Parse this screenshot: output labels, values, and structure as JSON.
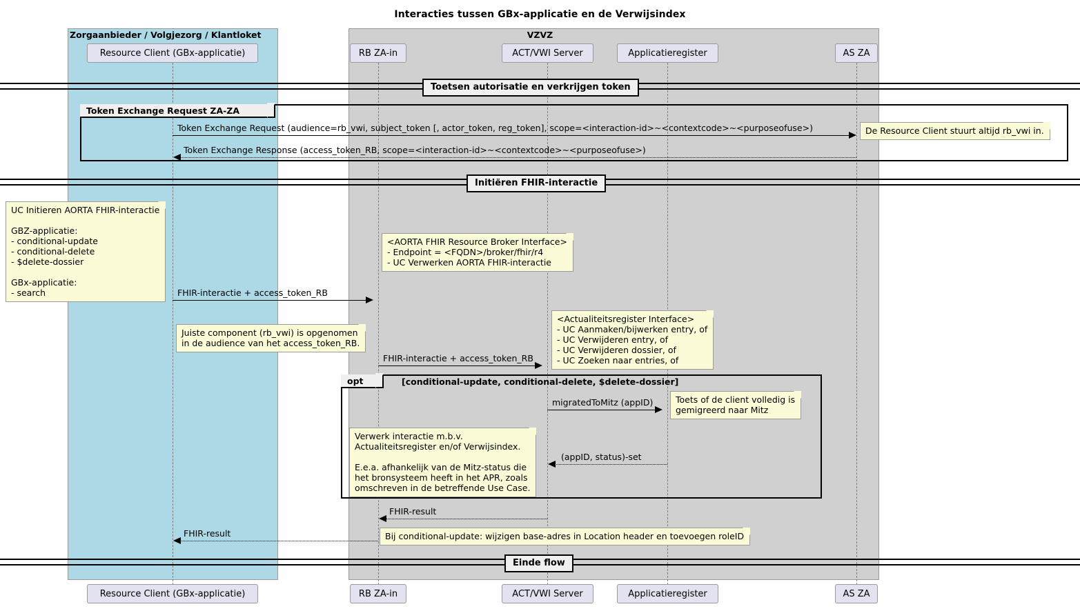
{
  "title": "Interacties tussen GBx-applicatie en de Verwijsindex",
  "groups": [
    {
      "name": "provider-group",
      "label": "Zorgaanbieder / Volgjezorg / Klantloket",
      "color": "#ADD8E6"
    },
    {
      "name": "vzvz-group",
      "label": "VZVZ",
      "color": "#D0D0D0"
    }
  ],
  "participants": [
    {
      "id": "client",
      "label": "Resource Client (GBx-applicatie)"
    },
    {
      "id": "rbzain",
      "label": "RB ZA-in"
    },
    {
      "id": "act",
      "label": "ACT/VWI Server"
    },
    {
      "id": "apr",
      "label": "Applicatieregister"
    },
    {
      "id": "asza",
      "label": "AS ZA"
    }
  ],
  "dividers": [
    {
      "id": "divider-1",
      "label": "Toetsen autorisatie en verkrijgen token"
    },
    {
      "id": "divider-2",
      "label": "Initiëren FHIR-interactie"
    },
    {
      "id": "divider-3",
      "label": "Einde flow"
    }
  ],
  "fragments": [
    {
      "id": "frag-token-exchange",
      "type": "group",
      "tab": "Token Exchange Request ZA-ZA",
      "condition": ""
    },
    {
      "id": "frag-opt",
      "type": "opt",
      "tab": "opt",
      "condition": "[conditional-update, conditional-delete, $delete-dossier]"
    }
  ],
  "messages": [
    {
      "id": "msg-1",
      "label": "Token Exchange Request (audience=rb_vwi, subject_token [, actor_token, reg_token], scope=<interaction-id>~<contextcode>~<purposeofuse>)",
      "style": "solid",
      "direction": "right"
    },
    {
      "id": "msg-2",
      "label": "Token Exchange Response (access_token_RB, scope=<interaction-id>~<contextcode>~<purposeofuse>)",
      "style": "dotted",
      "direction": "left"
    },
    {
      "id": "msg-3",
      "label": "FHIR-interactie + access_token_RB",
      "style": "solid",
      "direction": "right"
    },
    {
      "id": "msg-4",
      "label": "FHIR-interactie + access_token_RB",
      "style": "solid",
      "direction": "right"
    },
    {
      "id": "msg-5",
      "label": "migratedToMitz (appID)",
      "style": "solid",
      "direction": "right"
    },
    {
      "id": "msg-6",
      "label": "(appID, status)-set",
      "style": "dotted",
      "direction": "left"
    },
    {
      "id": "msg-7",
      "label": "FHIR-result",
      "style": "dotted",
      "direction": "left"
    },
    {
      "id": "msg-8",
      "label": "FHIR-result",
      "style": "dotted",
      "direction": "left"
    }
  ],
  "notes": [
    {
      "id": "note-rbvwi-in",
      "text": "De Resource Client stuurt altijd rb_vwi in."
    },
    {
      "id": "note-uc-initieren",
      "text": "UC Initieren AORTA FHIR-interactie\n\nGBZ-applicatie:\n- conditional-update\n- conditional-delete\n- $delete-dossier\n\nGBx-applicatie:\n- search"
    },
    {
      "id": "note-broker-interface",
      "text": "<AORTA FHIR Resource Broker Interface>\n- Endpoint = <FQDN>/broker/fhir/r4\n- UC Verwerken AORTA FHIR-interactie"
    },
    {
      "id": "note-audience",
      "text": "Juiste component (rb_vwi) is opgenomen\nin de audience van het access_token_RB."
    },
    {
      "id": "note-actualiteitsregister",
      "text": "<Actualiteitsregister Interface>\n- UC Aanmaken/bijwerken entry, of\n- UC Verwijderen entry, of\n- UC Verwijderen dossier, of\n- UC Zoeken naar entries, of"
    },
    {
      "id": "note-mitz-toets",
      "text": "Toets of de client volledig is\ngemigreerd naar Mitz"
    },
    {
      "id": "note-verwerk-interactie",
      "text": "Verwerk interactie m.b.v.\nActualiteitsregister en/of Verwijsindex.\n\nE.e.a. afhankelijk van de Mitz-status die\nhet bronsysteem heeft in het APR, zoals\nomschreven in de betreffende Use Case."
    },
    {
      "id": "note-location-header",
      "text": "Bij conditional-update: wijzigen base-adres in Location header en toevoegen roleID"
    }
  ],
  "colors": {
    "provider_group_fill": "#ADD8E6",
    "vzvz_group_fill": "#D0D0D0",
    "participant_fill": "#E2E2F0",
    "note_fill": "#FBFBD8",
    "divider_fill": "#F0F0F0",
    "line": "#000000"
  }
}
